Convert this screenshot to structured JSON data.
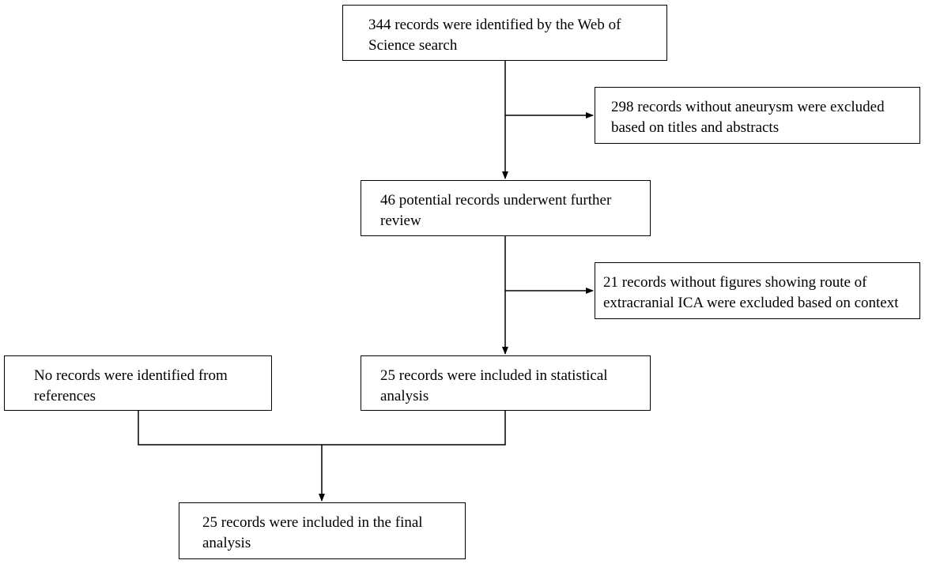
{
  "flowchart": {
    "identified": "344 records were identified by the Web of Science search",
    "excluded_titles": "298 records without aneurysm were excluded based on titles and abstracts",
    "further_review": "46 potential records underwent further review",
    "excluded_context": "21 records without figures showing route of extracranial ICA were excluded based on context",
    "references": "No records were identified from references",
    "statistical": "25 records were included in statistical analysis",
    "final": "25 records were included in the final analysis"
  },
  "colors": {
    "line": "#000000",
    "background": "#ffffff"
  }
}
